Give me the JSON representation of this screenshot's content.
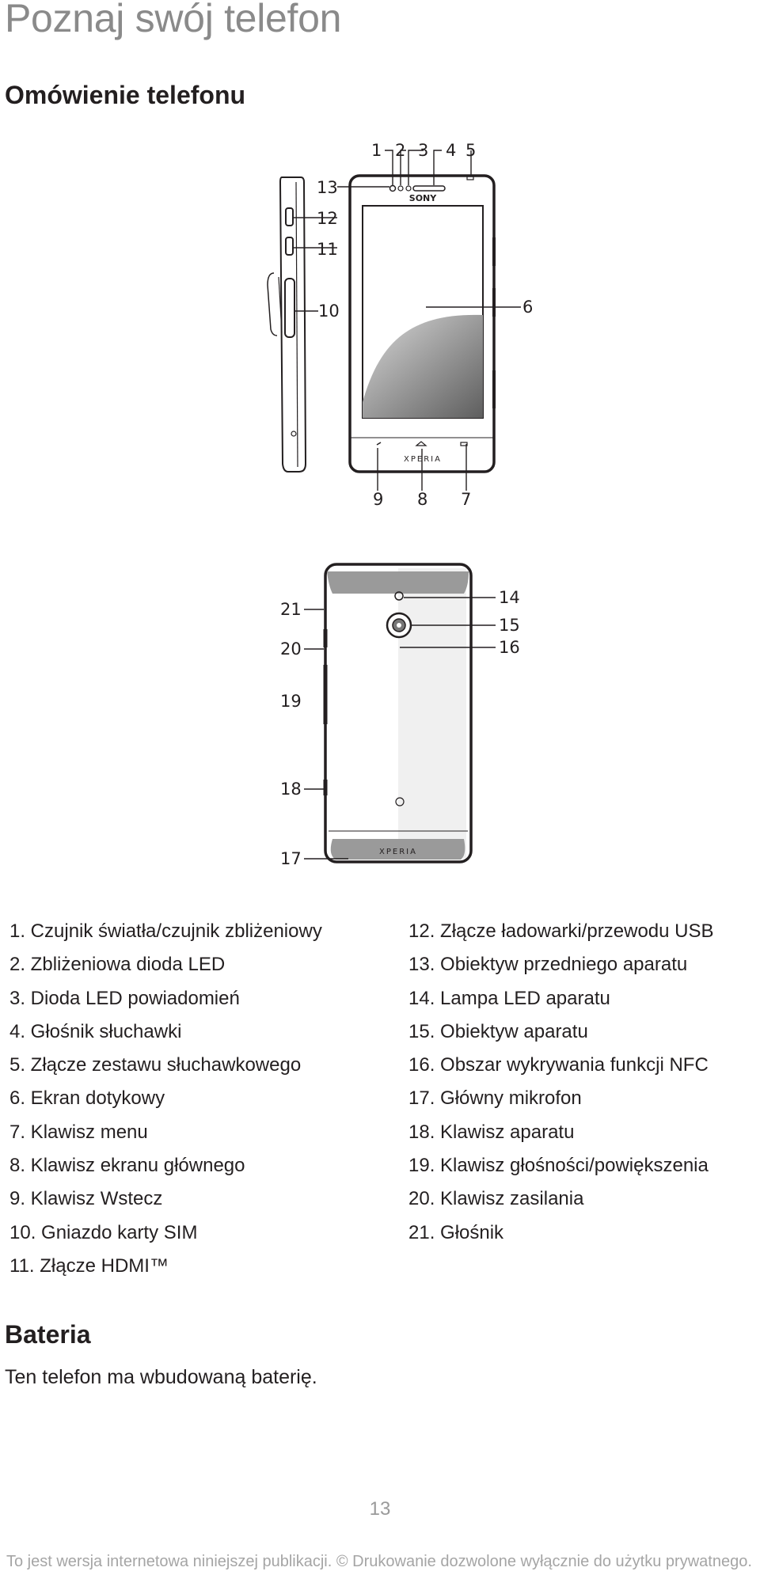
{
  "page": {
    "title": "Poznaj swój telefon",
    "section1_heading": "Omówienie telefonu",
    "section2_heading": "Bateria",
    "battery_text": "Ten telefon ma wbudowaną baterię.",
    "page_number": "13",
    "footer": "To jest wersja internetowa niniejszej publikacji. © Drukowanie dozwolone wyłącznie do użytku prywatnego."
  },
  "diagram": {
    "brand_top": "SONY",
    "brand_front": "XPERIA",
    "brand_back": "XPERIA",
    "callouts": {
      "c1": "1",
      "c2": "2",
      "c3": "3",
      "c4": "4",
      "c5": "5",
      "c6": "6",
      "c7": "7",
      "c8": "8",
      "c9": "9",
      "c10": "10",
      "c11": "11",
      "c12": "12",
      "c13": "13",
      "c14": "14",
      "c15": "15",
      "c16": "16",
      "c17": "17",
      "c18": "18",
      "c19": "19",
      "c20": "20",
      "c21": "21"
    }
  },
  "legend_left": [
    "1. Czujnik światła/czujnik zbliżeniowy",
    "2. Zbliżeniowa dioda LED",
    "3. Dioda LED powiadomień",
    "4. Głośnik słuchawki",
    "5. Złącze zestawu słuchawkowego",
    "6. Ekran dotykowy",
    "7. Klawisz menu",
    "8. Klawisz ekranu głównego",
    "9. Klawisz Wstecz",
    "10. Gniazdo karty SIM",
    "11. Złącze HDMI™"
  ],
  "legend_right": [
    "12. Złącze ładowarki/przewodu USB",
    "13. Obiektyw przedniego aparatu",
    "14. Lampa LED aparatu",
    "15. Obiektyw aparatu",
    "16. Obszar wykrywania funkcji NFC",
    "17. Główny mikrofon",
    "18. Klawisz aparatu",
    "19. Klawisz głośności/powiększenia",
    "20. Klawisz zasilania",
    "21. Głośnik"
  ]
}
